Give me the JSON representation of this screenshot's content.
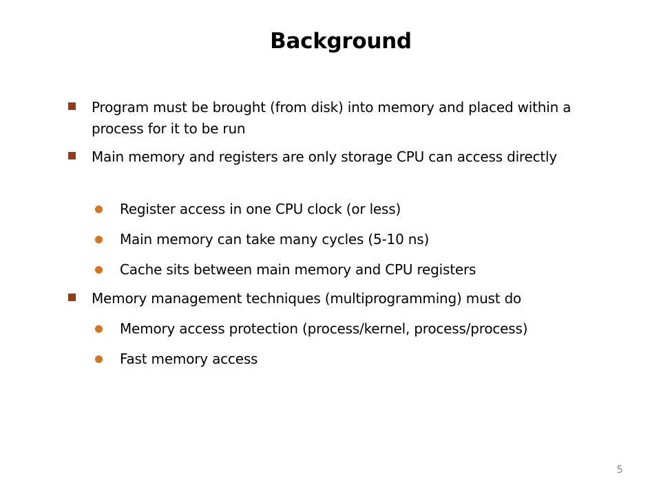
{
  "slide": {
    "title": "Background",
    "bullets": [
      {
        "level": 1,
        "text": "Program must be brought (from disk)  into memory and placed within a process for it to be run"
      },
      {
        "level": 1,
        "text": "Main memory and registers are only storage CPU can access directly"
      },
      {
        "level": 2,
        "text": "Register access in one CPU clock (or less)"
      },
      {
        "level": 2,
        "text": "Main memory can take many cycles (5-10 ns)"
      },
      {
        "level": 2,
        "text": "Cache sits between main memory and CPU registers"
      },
      {
        "level": 1,
        "text": "Memory management techniques (multiprogramming) must do"
      },
      {
        "level": 2,
        "text": "Memory access protection (process/kernel, process/process)"
      },
      {
        "level": 2,
        "text": "Fast memory access"
      }
    ],
    "page_number": "5"
  },
  "colors": {
    "level1_marker": "#963a18",
    "level2_marker": "#d4741c",
    "page_number": "#8a8a8a"
  }
}
